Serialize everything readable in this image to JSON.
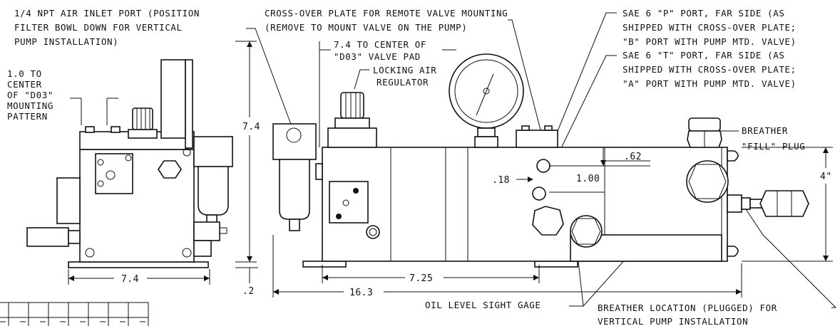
{
  "callouts": {
    "air_inlet": [
      "1/4 NPT AIR INLET PORT (POSITION",
      "FILTER BOWL DOWN FOR VERTICAL",
      "PUMP INSTALLATION)"
    ],
    "crossover": [
      "CROSS-OVER PLATE FOR REMOTE VALVE MOUNTING",
      "(REMOVE TO MOUNT VALVE ON THE PUMP)"
    ],
    "sae_p": [
      "SAE 6 \"P\" PORT, FAR SIDE (AS",
      "SHIPPED WITH CROSS-OVER PLATE;",
      "\"B\" PORT WITH PUMP MTD. VALVE)"
    ],
    "sae_t": [
      "SAE 6 \"T\" PORT, FAR SIDE (AS",
      "SHIPPED WITH CROSS-OVER PLATE;",
      "\"A\" PORT WITH PUMP MTD. VALVE)"
    ],
    "valve_pad": [
      "7.4 TO CENTER OF",
      "\"D03\" VALVE PAD"
    ],
    "regulator": [
      "LOCKING AIR",
      "REGULATOR"
    ],
    "d03_center": [
      "1.0 TO",
      "CENTER",
      "OF \"D03\"",
      "MOUNTING",
      "PATTERN"
    ],
    "breather_fill": [
      "BREATHER",
      "\"FILL\" PLUG"
    ],
    "sight_gage": "OIL LEVEL SIGHT GAGE",
    "breather_loc": [
      "BREATHER LOCATION (PLUGGED) FOR",
      "VERTICAL PUMP INSTALLATION"
    ]
  },
  "dimensions": {
    "side_height": "7.4",
    "side_width": "7.4",
    "foot_offset": ".2",
    "base_to_pad": "7.25",
    "overall_length": "16.3",
    "tank_height": "4\"",
    "port_spacing_top": ".62",
    "port_spacing_side": ".18",
    "port_offset": "1.00"
  }
}
